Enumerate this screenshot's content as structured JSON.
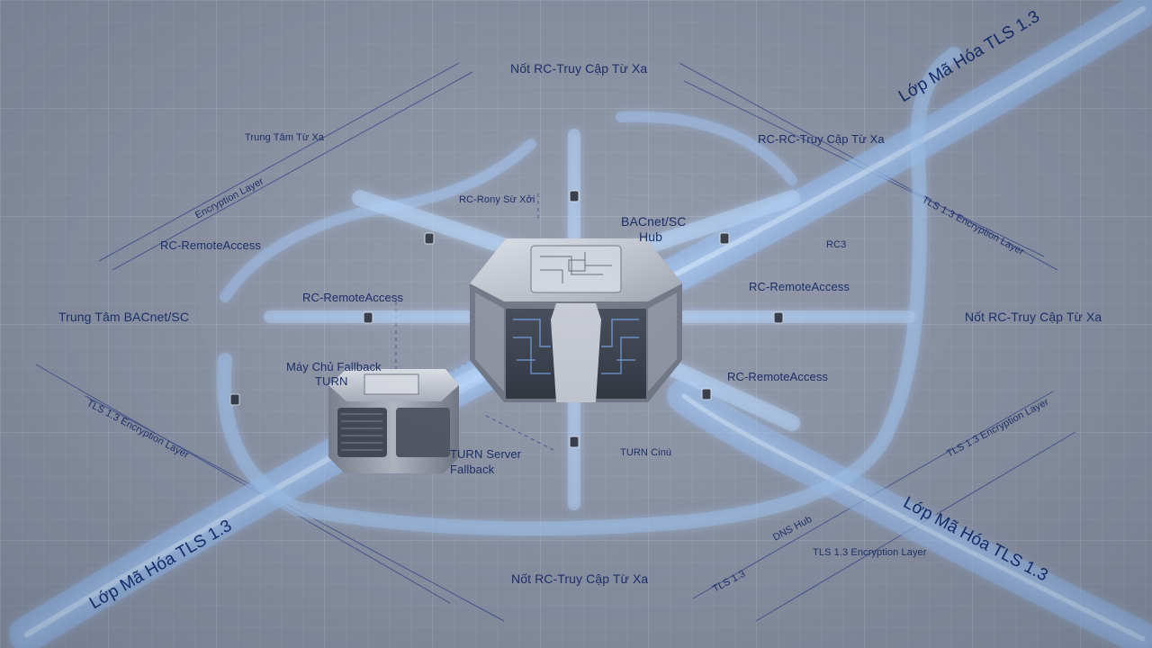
{
  "hub": {
    "title": "BACnet/SC",
    "subtitle": "Hub"
  },
  "nodes": {
    "top": "Nốt RC-Truy Cập Từ Xa",
    "right": "Nốt RC-Truy Cập Từ Xa",
    "bottom": "Nốt RC-Truy Cập Từ Xa",
    "left": "Trung Tâm BACnet/SC",
    "top_left": "Trung Tâm Từ Xa",
    "top_right": "RC-RC-Truy Cập Từ Xa"
  },
  "fallback": {
    "vi_line1": "Máy Chủ Fallback",
    "vi_line2": "TURN",
    "en_line1": "TURN Server",
    "en_line2": "Fallback"
  },
  "link_labels": {
    "left_upper": "RC-RemoteAccess",
    "left_mid": "RC-RemoteAccess",
    "right_mid": "RC-RemoteAccess",
    "right_lower": "RC-RemoteAccess",
    "top_center": "RC-Rony Sừ Xởi",
    "turn_client": "TURN Cinú",
    "dns_hub": "DNS Hub",
    "tag_right": "RC3"
  },
  "encryption": {
    "band_upper_right": "Lớp Mã Hóa TLS 1.3",
    "band_lower_left": "Lớp Mã Hóa TLS 1.3",
    "band_lower_right": "Lớp Mã Hóa TLS 1.3",
    "en_upper_left": "Encryption Layer",
    "en_upper_right": "TLS 1.3 Encryption Layer",
    "en_lower_left": "TLS 1.3 Encryption Layer",
    "en_right_mid": "TLS 1.3 Encryption Layer",
    "en_bottom": "TLS 1.3 Encryption Layer",
    "tls_short": "TLS 1.3"
  },
  "colors": {
    "accent_blue": "#7fb4ff",
    "label_navy": "#1d2f66",
    "device_gray": "#9aa0ad"
  }
}
